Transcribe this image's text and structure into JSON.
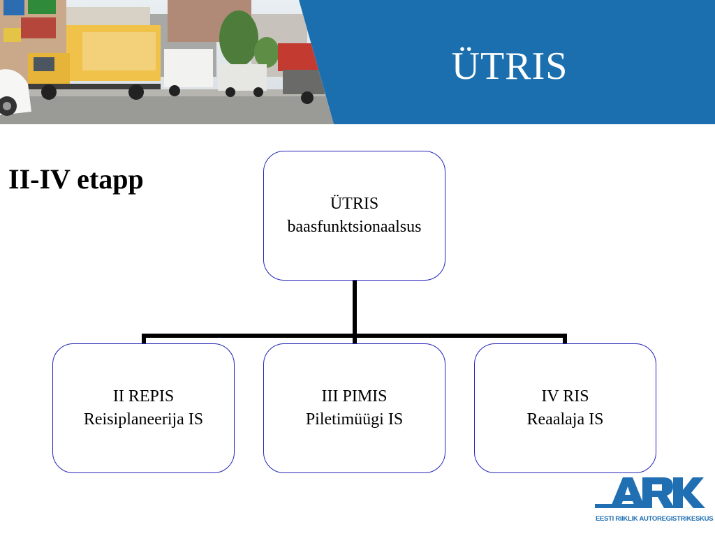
{
  "slide": {
    "title": "ÜTRIS",
    "subtitle": "II-IV etapp"
  },
  "diagram": {
    "root": {
      "line1": "ÜTRIS",
      "line2": "baasfunktsionaalsus"
    },
    "children": [
      {
        "line1": "II REPIS",
        "line2": "Reisiplaneerija IS"
      },
      {
        "line1": "III PIMIS",
        "line2": "Piletimüügi IS"
      },
      {
        "line1": "IV RIS",
        "line2": "Reaalaja IS"
      }
    ]
  },
  "logo": {
    "mark": "ARK",
    "caption": "EESTI RIIKLIK AUTOREGISTRIKESKUS"
  },
  "colors": {
    "header_blue": "#1b6fae",
    "node_border": "#2424b8",
    "logo_blue": "#1f6fb2"
  },
  "header_image": "street-with-trucks-photo"
}
